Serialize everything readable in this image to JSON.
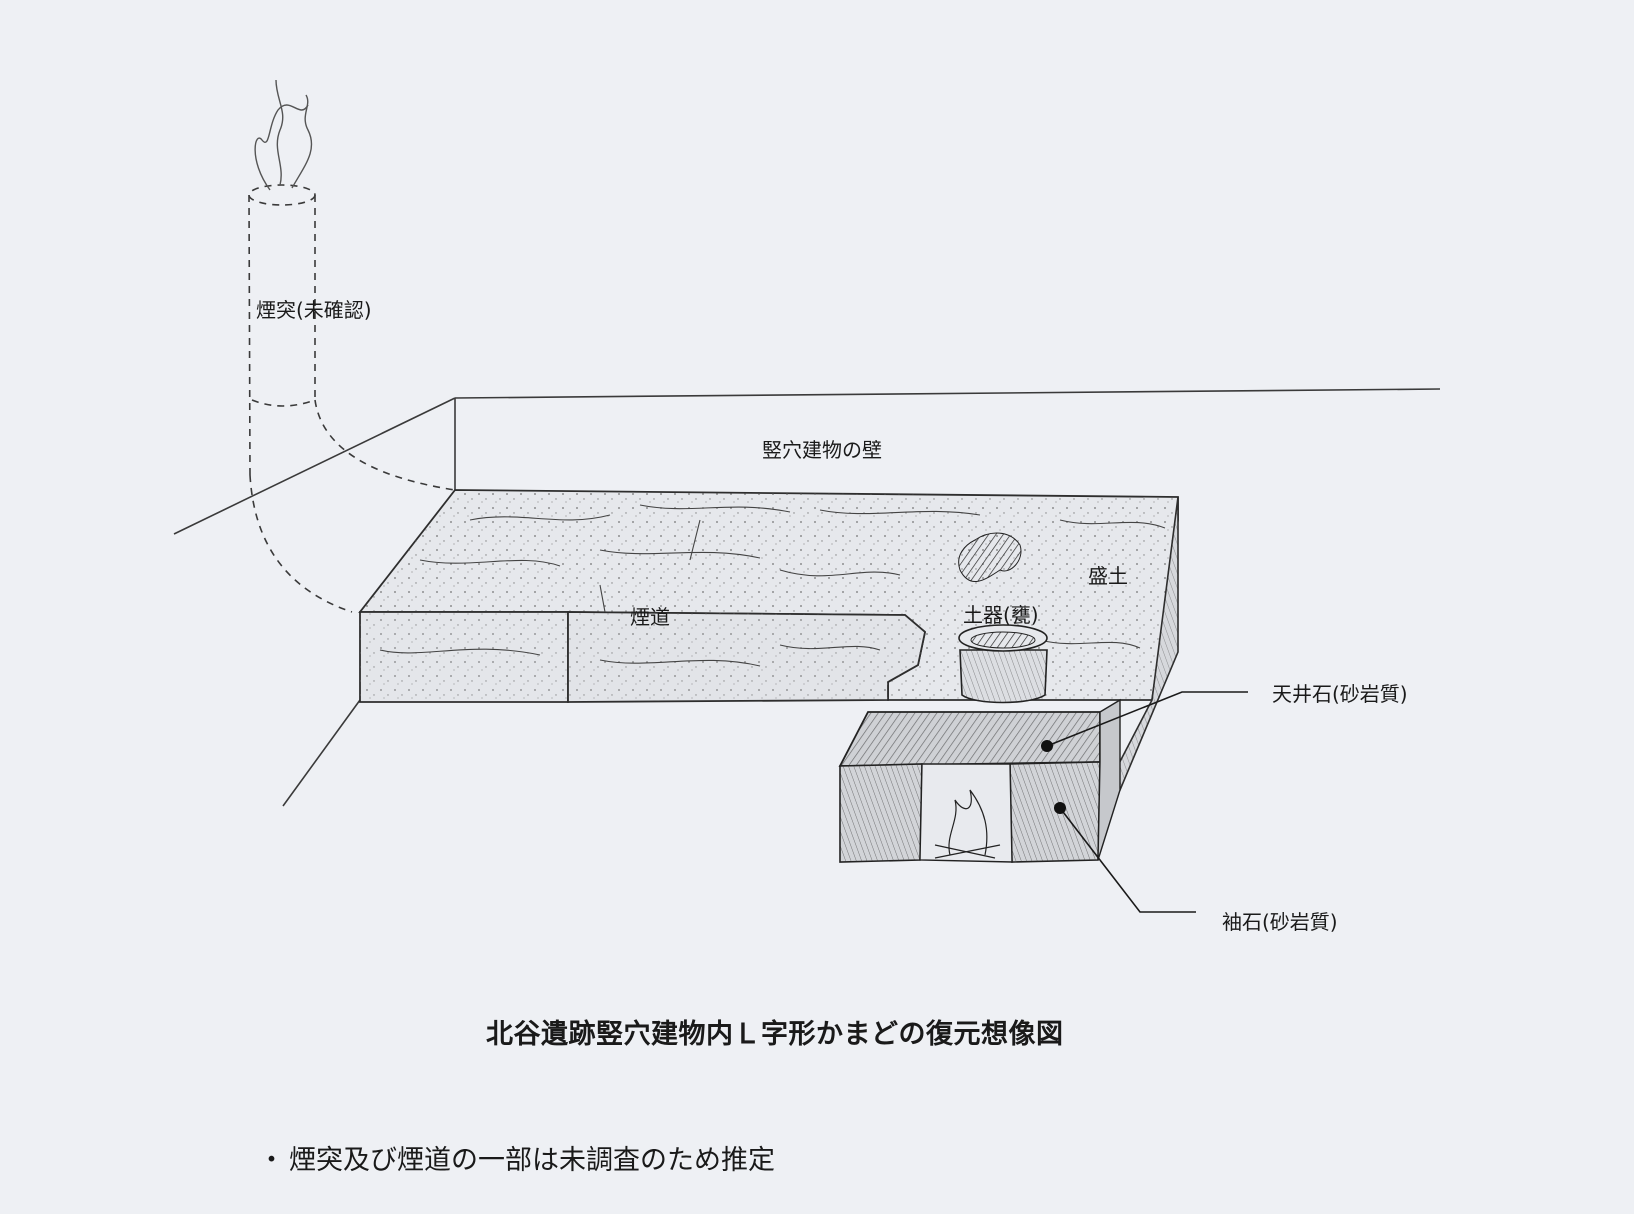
{
  "figure": {
    "title": "北谷遺跡竪穴建物内Ｌ字形かまどの復元想像図",
    "note_bullet": "・",
    "note": "煙突及び煙道の一部は未調査のため推定"
  },
  "labels": {
    "chimney": "煙突(未確認)",
    "pit_wall": "竪穴建物の壁",
    "flue": "煙道",
    "mound": "盛土",
    "pottery": "土器(甕)",
    "ceiling_stone": "天井石(砂岩質)",
    "side_stone": "袖石(砂岩質)"
  },
  "colors": {
    "paper": "#eef0f4",
    "ink": "#1a1a1a",
    "pencil": "#3a3a3a"
  }
}
